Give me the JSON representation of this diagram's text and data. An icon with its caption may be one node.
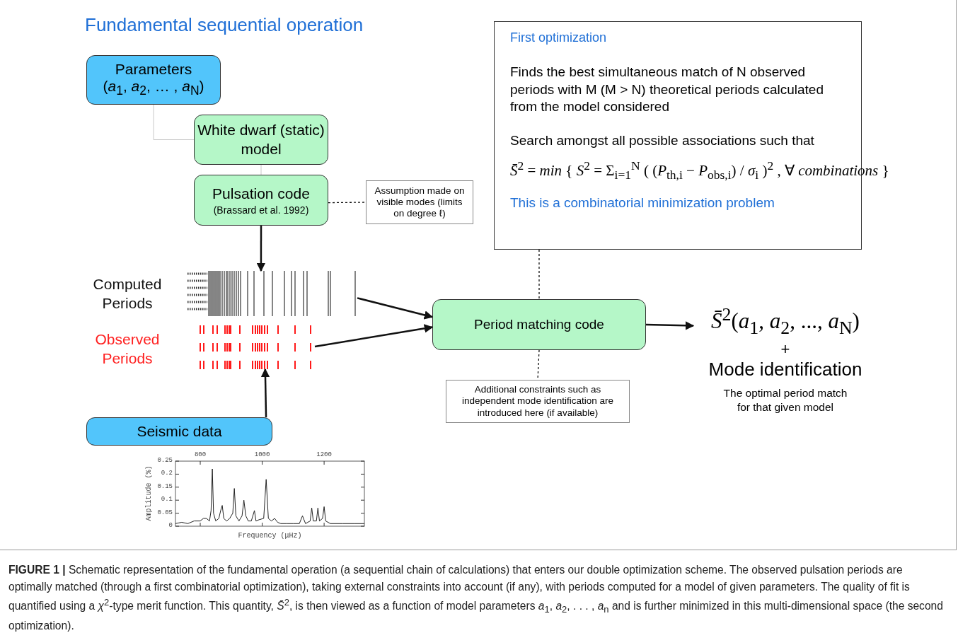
{
  "diagram": {
    "title": "Fundamental sequential operation",
    "caption": "**FIGURE 1 |** Schematic representation of the fundamental operation (a sequential chain of calculations) that enters our double optimization scheme. The observed pulsation periods are optimally matched (through a first combinatorial optimization), taking external constraints into account (if any), with periods computed for a model of given parameters. The quality of fit is quantified using a *χ*$^{2}$-type merit function. This quantity, *S̄*$^{2}$, is then viewed as a function of model parameters *a*$_{1}$, *a*$_{2}$, . . . , *a*$_{n}$ and is further minimized in this multi-dimensional space (the second optimization).",
    "nodes": [
      {
        "text": [
          "Parameters",
          "(*a*$_{1}$, *a*$_{2}$, … , *a*$_{N}$)"
        ]
      },
      {
        "text": [
          "White dwarf (static) model"
        ]
      },
      {
        "text": [
          "Pulsation code",
          "(Brassard et al. 1992)"
        ]
      },
      {
        "text": [
          "Assumption made on visible modes (limits on degree ℓ)"
        ]
      },
      {
        "text": [],
        "shape": "picture",
        "beside": [
          "Computed Periods"
        ]
      },
      {
        "text": [],
        "shape": "picture",
        "beside": [
          "Observed Periods"
        ]
      },
      {
        "text": [
          "Seismic data"
        ]
      },
      {
        "text": [
          "Period matching code"
        ]
      },
      {
        "text": [
          "First optimization",
          "Finds the best simultaneous match of N observed periods with M (M > N) theoretical periods calculated from the model considered",
          "Search amongst all possible associations such that",
          "*S̄*$^{2}$ = *min* { *S*$^{2}$ = Σ$_{i=1}$$^{N}$ ( (*P*$_{th,i}$ − *P*$_{obs,i}$) / *σ*$_{i}$ )$^{2}$ , ∀ *combinations* }",
          "This is a combinatorial minimization problem"
        ]
      },
      {
        "text": [
          "Additional constraints such as independent mode identification are introduced here (if available)"
        ]
      },
      {
        "text": [
          "*S̄*$^{2}$(*a*$_{1}$, *a*$_{2}$, ..., *a*$_{N}$)",
          "+",
          "Mode identification",
          "The optimal period match for that given model"
        ]
      }
    ],
    "edges": [
      {
        "from": 0,
        "to": 1,
        "arrow": "none",
        "color": "#c8c8c8"
      },
      {
        "from": 1,
        "to": 2,
        "arrow": "none",
        "color": "#c8c8c8"
      },
      {
        "from": 2,
        "to": 3,
        "arrow": "none",
        "style": "dashed"
      },
      {
        "from": 2,
        "to": 4,
        "arrow": "to"
      },
      {
        "from": 6,
        "to": 5,
        "arrow": "to"
      },
      {
        "from": 4,
        "to": 7,
        "arrow": "to"
      },
      {
        "from": 5,
        "to": 7,
        "arrow": "to"
      },
      {
        "from": 8,
        "to": 7,
        "arrow": "none",
        "style": "dashed"
      },
      {
        "from": 7,
        "to": 9,
        "arrow": "none",
        "style": "dashed"
      },
      {
        "from": 7,
        "to": 10,
        "arrow": "to"
      }
    ],
    "chart_data": {
      "type": "line",
      "xlabel": "Frequency (μHz)",
      "ylabel": "Amplitude (%)",
      "x": [
        720,
        740,
        760,
        780,
        800,
        810,
        820,
        830,
        835,
        839,
        843,
        850,
        860,
        866,
        871,
        876,
        885,
        895,
        905,
        910,
        915,
        925,
        935,
        941,
        947,
        955,
        965,
        975,
        980,
        990,
        1005,
        1013,
        1020,
        1030,
        1040,
        1050,
        1060,
        1080,
        1100,
        1120,
        1130,
        1140,
        1155,
        1160,
        1165,
        1175,
        1180,
        1185,
        1195,
        1200,
        1205,
        1220,
        1260,
        1300,
        1330
      ],
      "series": [
        {
          "color": "#222222",
          "values": [
            0.01,
            0.015,
            0.01,
            0.02,
            0.02,
            0.03,
            0.03,
            0.02,
            0.06,
            0.22,
            0.05,
            0.02,
            0.03,
            0.06,
            0.08,
            0.03,
            0.02,
            0.03,
            0.05,
            0.145,
            0.04,
            0.02,
            0.04,
            0.1,
            0.04,
            0.02,
            0.02,
            0.06,
            0.02,
            0.025,
            0.03,
            0.18,
            0.03,
            0.02,
            0.03,
            0.015,
            0.01,
            0.01,
            0.01,
            0.01,
            0.04,
            0.01,
            0.02,
            0.07,
            0.02,
            0.02,
            0.07,
            0.02,
            0.03,
            0.075,
            0.02,
            0.01,
            0.01,
            0.01,
            0.01
          ]
        }
      ],
      "xlim": [
        720,
        1330
      ],
      "ylim": [
        0,
        0.25
      ],
      "xticks": [
        800,
        1000,
        1200
      ],
      "yticks": [
        0,
        0.05,
        {
          "value": 0.1,
          "label": "0.1"
        },
        0.15,
        {
          "value": 0.2,
          "label": "0.2"
        },
        0.25
      ]
    }
  }
}
